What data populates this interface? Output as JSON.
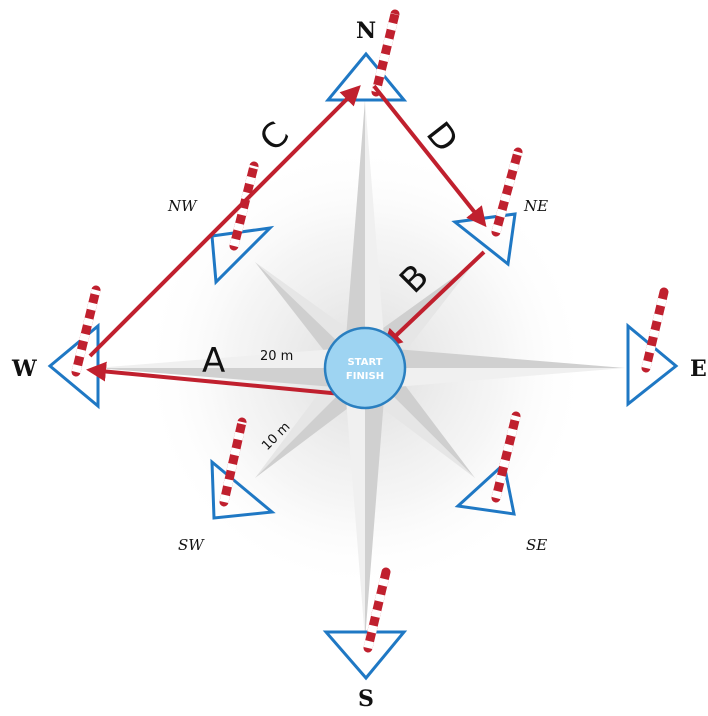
{
  "colors": {
    "marker_stroke": "#1f78c4",
    "route": "#c0202e",
    "pole_red": "#c0202e",
    "pole_white": "#ffffff",
    "center_fill": "#9ed4f2",
    "center_stroke": "#2a7fc0",
    "star_light": "#ececec",
    "star_dark": "#c9c9c9"
  },
  "directions": {
    "north": "N",
    "south": "S",
    "east": "E",
    "west": "W",
    "northwest": "NW",
    "northeast": "NE",
    "southwest": "SW",
    "southeast": "SE"
  },
  "legs": {
    "a": "A",
    "b": "B",
    "c": "C",
    "d": "D"
  },
  "distances": {
    "outer": "20 m",
    "inner": "10 m"
  },
  "center": {
    "line1": "START",
    "line2": "FINISH"
  },
  "route_sequence": [
    "A",
    "C",
    "D",
    "B"
  ]
}
